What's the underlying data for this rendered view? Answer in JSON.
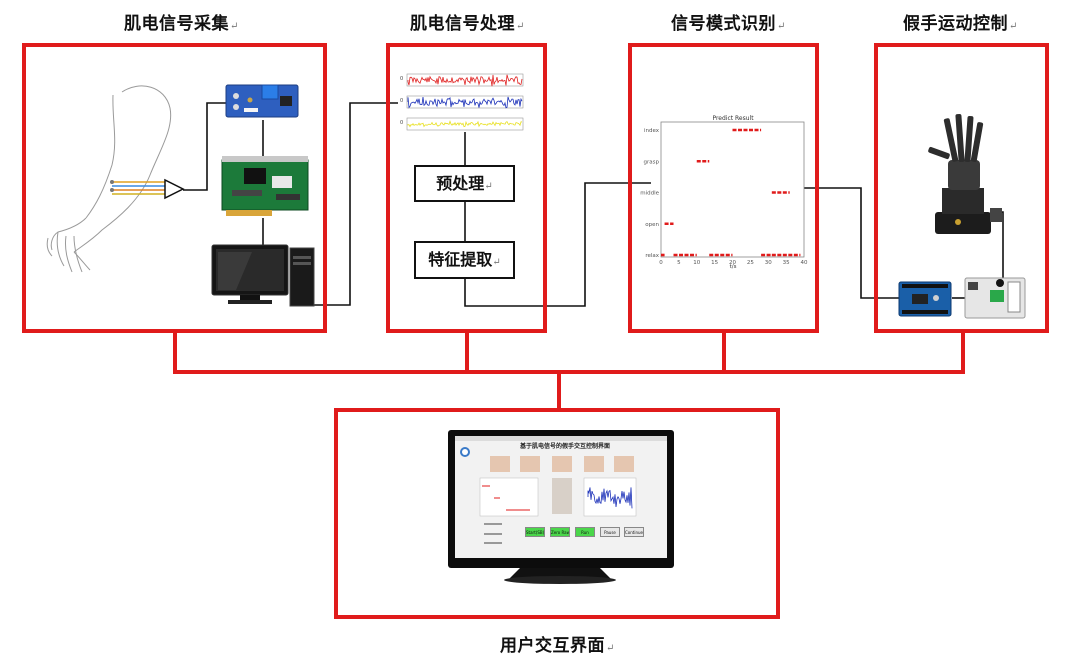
{
  "return_mark": "↵",
  "titles": {
    "acquisition": "肌电信号采集",
    "processing": "肌电信号处理",
    "recognition": "信号模式识别",
    "control": "假手运动控制",
    "ui": "用户交互界面"
  },
  "steps": {
    "preprocess": "预处理",
    "feature": "特征提取"
  },
  "signal_plot": {
    "channel_labels": [
      "0",
      "0",
      "0"
    ],
    "colors": [
      "#e02020",
      "#1a2fb8",
      "#e8e020"
    ]
  },
  "predict_chart": {
    "title": "Predict Result",
    "y_categories": [
      "index",
      "grasp",
      "middle",
      "open",
      "relax"
    ],
    "x_ticks": [
      "0",
      "5",
      "10",
      "15",
      "20",
      "25",
      "30",
      "35",
      "40"
    ],
    "xlabel": "t/s",
    "color": "#e01b1b"
  },
  "ui_screen": {
    "title": "基于肌电信号的假手交互控制界面",
    "buttons": [
      "Start(SB)",
      "Zero Raw",
      "Run",
      "Pause",
      "Continue"
    ],
    "button_colors": [
      "#4ad64a",
      "#4ad64a",
      "#4ad64a",
      "#e8e8e8",
      "#e8e8e8"
    ]
  },
  "chart_data": {
    "type": "scatter",
    "title": "Predict Result",
    "xlabel": "t/s",
    "ylabel": "",
    "xlim": [
      0,
      40
    ],
    "y_categories": [
      "relax",
      "open",
      "middle",
      "grasp",
      "index"
    ],
    "segments": [
      {
        "class": "relax",
        "x": [
          0,
          1
        ]
      },
      {
        "class": "open",
        "x": [
          1,
          3.5
        ]
      },
      {
        "class": "relax",
        "x": [
          3.5,
          10
        ]
      },
      {
        "class": "grasp",
        "x": [
          10,
          13.5
        ]
      },
      {
        "class": "relax",
        "x": [
          13.5,
          20
        ]
      },
      {
        "class": "index",
        "x": [
          20,
          28
        ]
      },
      {
        "class": "relax",
        "x": [
          28,
          31
        ]
      },
      {
        "class": "middle",
        "x": [
          31,
          36
        ]
      },
      {
        "class": "relax",
        "x": [
          31,
          39
        ]
      }
    ]
  }
}
